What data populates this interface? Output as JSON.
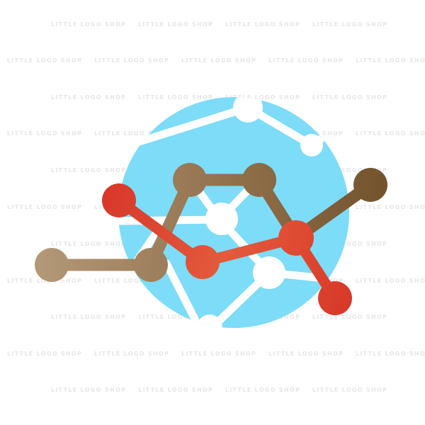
{
  "watermark": {
    "text": "LITTLE LOGO SHOP"
  },
  "colors": {
    "globe": "#7ddcf7",
    "globe_lines": "#ffffff",
    "brown_dark": "#7a5a34",
    "brown_light": "#a98c68",
    "red_dark": "#d8382a",
    "red_light": "#ea6a4c",
    "background": "#ffffff"
  },
  "icons": [
    "globe-icon",
    "brown-molecule-chain",
    "red-molecule-chain"
  ]
}
